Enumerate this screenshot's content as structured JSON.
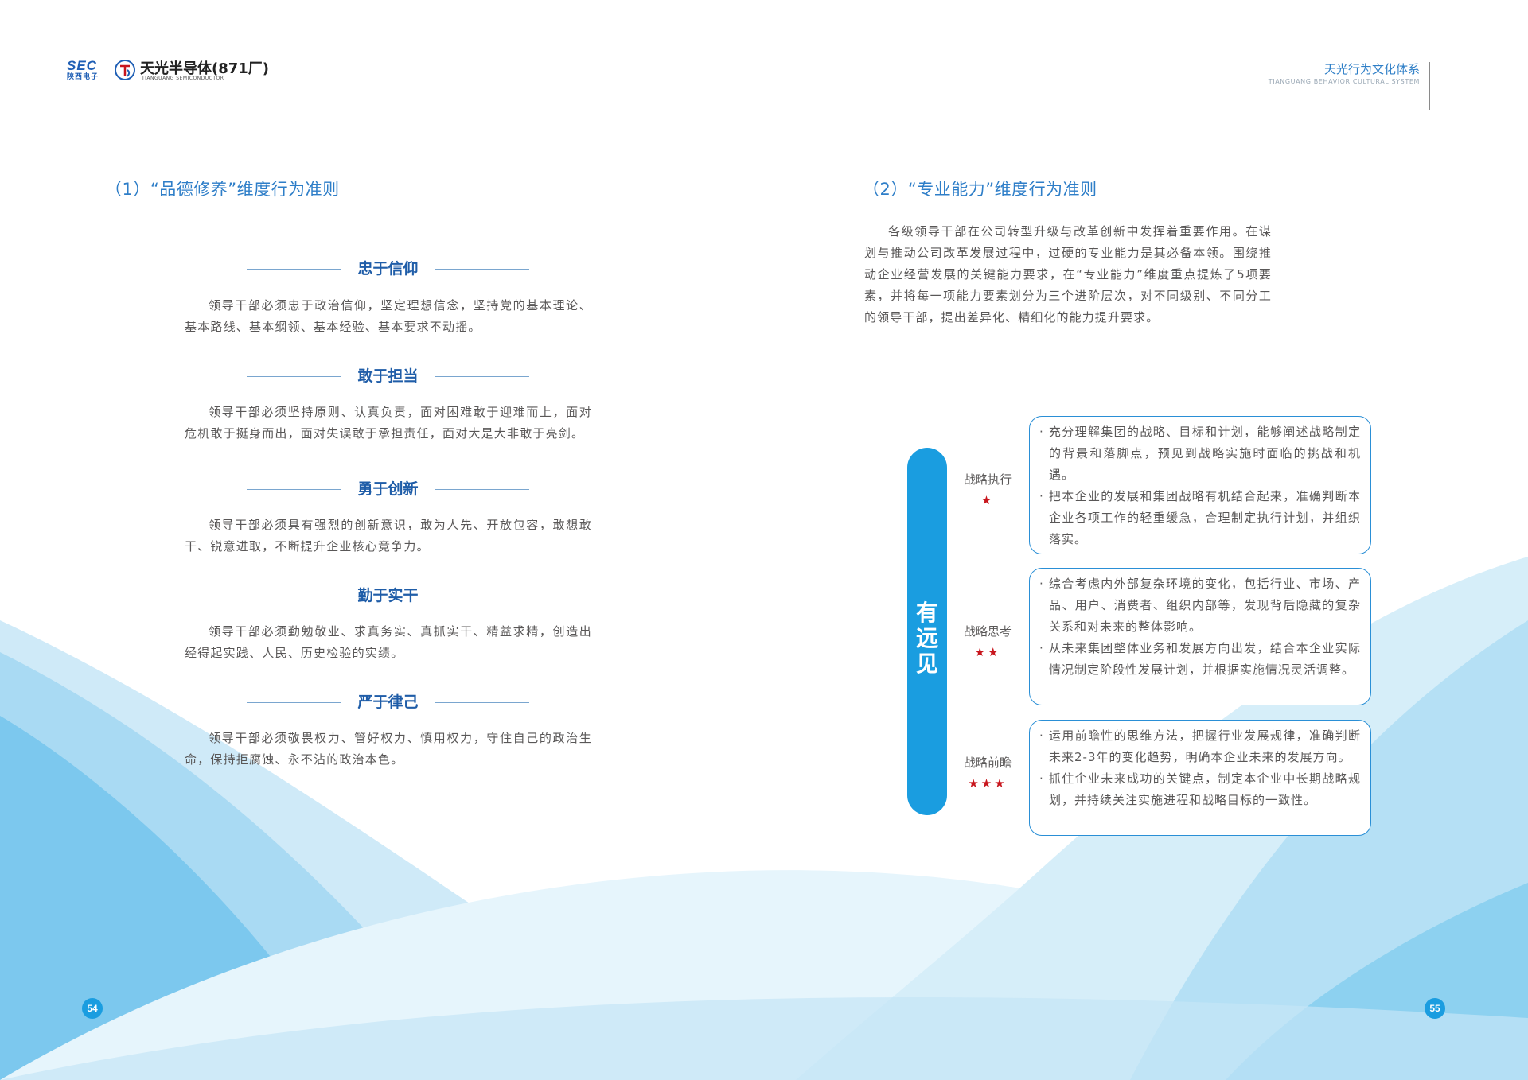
{
  "header": {
    "sec_logo": "SEC",
    "sec_subtitle": "陕西电子",
    "company_name": "天光半导体(871厂)",
    "company_name_en": "TIANGUANG SEMICONDUCTOR",
    "doc_title": "天光行为文化体系",
    "doc_title_en": "TIANGUANG BEHAVIOR CULTURAL SYSTEM"
  },
  "left": {
    "section_title": "（1）“品德修养”维度行为准则",
    "items": [
      {
        "title": "忠于信仰",
        "text": "领导干部必须忠于政治信仰，坚定理想信念，坚持党的基本理论、基本路线、基本纲领、基本经验、基本要求不动摇。"
      },
      {
        "title": "敢于担当",
        "text": "领导干部必须坚持原则、认真负责，面对困难敢于迎难而上，面对危机敢于挺身而出，面对失误敢于承担责任，面对大是大非敢于亮剑。"
      },
      {
        "title": "勇于创新",
        "text": "领导干部必须具有强烈的创新意识，敢为人先、开放包容，敢想敢干、锐意进取，不断提升企业核心竞争力。"
      },
      {
        "title": "勤于实干",
        "text": "领导干部必须勤勉敬业、求真务实、真抓实干、精益求精，创造出经得起实践、人民、历史检验的实绩。"
      },
      {
        "title": "严于律己",
        "text": "领导干部必须敬畏权力、管好权力、慎用权力，守住自己的政治生命，保持拒腐蚀、永不沾的政治本色。"
      }
    ]
  },
  "right": {
    "section_title": "（2）“专业能力”维度行为准则",
    "intro": "各级领导干部在公司转型升级与改革创新中发挥着重要作用。在谋划与推动公司改革发展过程中，过硬的专业能力是其必备本领。围绕推动企业经营发展的关键能力要求，在“专业能力”维度重点提炼了5项要素，并将每一项能力要素划分为三个进阶层次，对不同级别、不同分工的领导干部，提出差异化、精细化的能力提升要求。",
    "capsule_label": "有远见",
    "levels": [
      {
        "name": "战略执行",
        "stars": "★",
        "points": [
          "充分理解集团的战略、目标和计划，能够阐述战略制定的背景和落脚点，预见到战略实施时面临的挑战和机遇。",
          "把本企业的发展和集团战略有机结合起来，准确判断本企业各项工作的轻重缓急，合理制定执行计划，并组织落实。"
        ]
      },
      {
        "name": "战略思考",
        "stars": "★★",
        "points": [
          "综合考虑内外部复杂环境的变化，包括行业、市场、产品、用户、消费者、组织内部等，发现背后隐藏的复杂关系和对未来的整体影响。",
          "从未来集团整体业务和发展方向出发，结合本企业实际情况制定阶段性发展计划，并根据实施情况灵活调整。"
        ]
      },
      {
        "name": "战略前瞻",
        "stars": "★★★",
        "points": [
          "运用前瞻性的思维方法，把握行业发展规律，准确判断未来2-3年的变化趋势，明确本企业未来的发展方向。",
          "抓住企业未来成功的关键点，制定本企业中长期战略规划，并持续关注实施进程和战略目标的一致性。"
        ]
      }
    ]
  },
  "footer": {
    "page_left": "54",
    "page_right": "55"
  }
}
